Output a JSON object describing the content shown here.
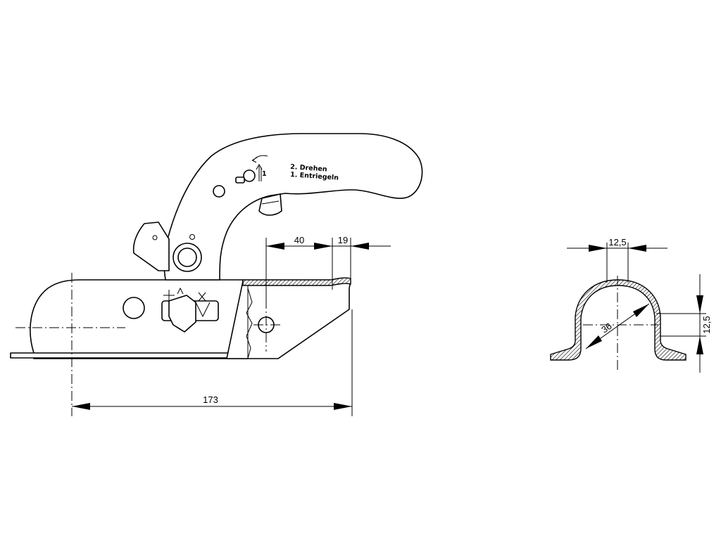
{
  "handle_label": {
    "line1": "2. Drehen",
    "line2": "1. Entriegeln",
    "step_number": "1"
  },
  "side_view": {
    "dim_overall_length": "173",
    "dim_hole_offset": "40",
    "dim_mouth_width": "19"
  },
  "section_view": {
    "dim_top_width": "12,5",
    "dim_diameter": "36",
    "dim_side_height": "12,5"
  },
  "colors": {
    "line": "#000000",
    "background": "#ffffff"
  }
}
